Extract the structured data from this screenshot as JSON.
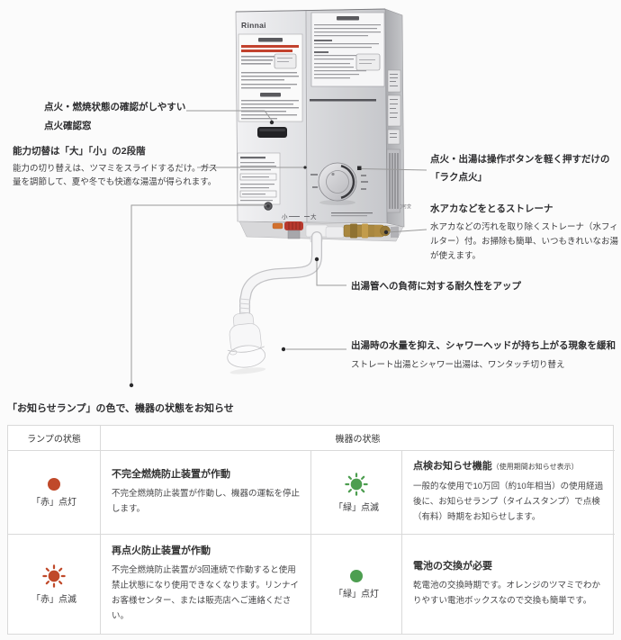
{
  "product": {
    "brand": "Rinnai",
    "marks": {
      "small": "小",
      "large": "大",
      "capacity": "能力可変"
    }
  },
  "callouts": {
    "ignition_window": {
      "title": "点火・燃焼状態の確認がしやすい",
      "title2": "点火確認窓"
    },
    "capacity": {
      "title": "能力切替は「大」「小」の2段階",
      "body": "能力の切り替えは、ツマミをスライドするだけ。ガス量を調節して、夏や冬でも快適な湯温が得られます。"
    },
    "easy_ignition": {
      "title": "点火・出湯は操作ボタンを軽く押すだけの",
      "title2": "「ラク点火」"
    },
    "strainer": {
      "title": "水アカなどをとるストレーナ",
      "body": "水アカなどの汚れを取り除くストレーナ（水フィルター）付。お掃除も簡単、いつもきれいなお湯が使えます。"
    },
    "durability": {
      "title": "出湯管への負荷に対する耐久性をアップ"
    },
    "shower": {
      "title": "出湯時の水量を抑え、シャワーヘッドが持ち上がる現象を緩和",
      "body": "ストレート出湯とシャワー出湯は、ワンタッチ切り替え"
    }
  },
  "lamp_section": {
    "title": "「お知らせランプ」の色で、機器の状態をお知らせ",
    "headers": {
      "lamp": "ランプの状態",
      "status": "機器の状態"
    },
    "colors": {
      "red": "#c0492a",
      "green": "#4d9e50"
    },
    "rows": [
      {
        "cells": [
          {
            "lamp_label": "「赤」点灯",
            "title": "不完全燃焼防止装置が作動",
            "body": "不完全燃焼防止装置が作動し、機器の運転を停止します。"
          },
          {
            "lamp_label": "「緑」点滅",
            "title": "点検お知らせ機能",
            "title_suffix": "（使用期間お知らせ表示）",
            "body": "一般的な使用で10万回（約10年相当）の使用経過後に、お知らせランプ（タイムスタンプ）で点検（有料）時期をお知らせします。"
          }
        ]
      },
      {
        "cells": [
          {
            "lamp_label": "「赤」点滅",
            "title": "再点火防止装置が作動",
            "body": "不完全燃焼防止装置が3回連続で作動すると使用禁止状態になり使用できなくなります。リンナイお客様センター、または販売店へご連絡ください。"
          },
          {
            "lamp_label": "「緑」点灯",
            "title": "電池の交換が必要",
            "body": "乾電池の交換時期です。オレンジのツマミでわかりやすい電池ボックスなので交換も簡単です。"
          }
        ]
      }
    ]
  }
}
